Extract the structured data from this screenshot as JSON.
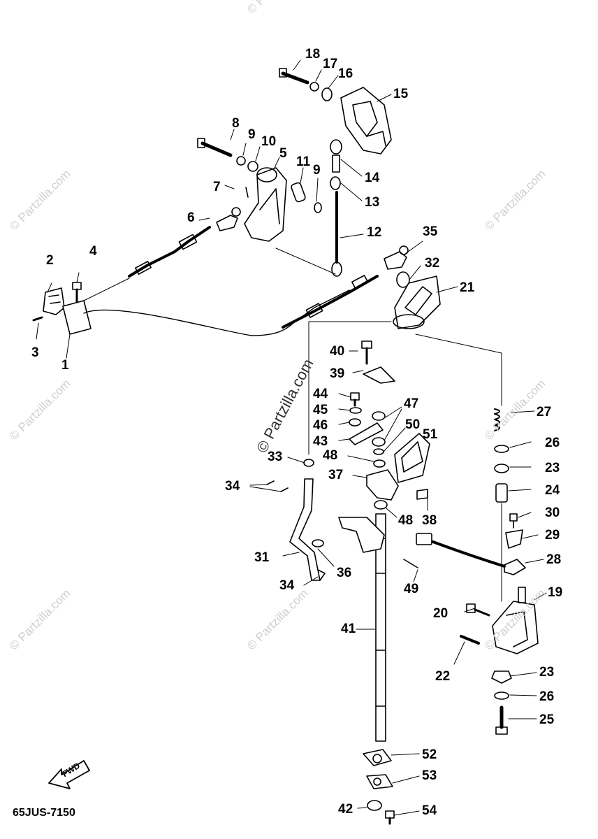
{
  "diagram_code": "65JUS-7150",
  "direction_label": "FWD",
  "watermark_text": "© Partzilla.com",
  "part_numbers": [
    "1",
    "2",
    "3",
    "4",
    "5",
    "6",
    "7",
    "8",
    "9",
    "9",
    "10",
    "11",
    "12",
    "13",
    "14",
    "15",
    "16",
    "17",
    "18",
    "19",
    "20",
    "21",
    "22",
    "23",
    "23",
    "24",
    "25",
    "26",
    "26",
    "27",
    "28",
    "29",
    "30",
    "31",
    "32",
    "33",
    "34",
    "34",
    "35",
    "36",
    "37",
    "38",
    "39",
    "40",
    "41",
    "42",
    "43",
    "44",
    "45",
    "46",
    "47",
    "48",
    "48",
    "49",
    "50",
    "51",
    "52",
    "53",
    "54"
  ],
  "colors": {
    "line": "#000000",
    "watermark": "#cfcfcf",
    "background": "#ffffff"
  }
}
